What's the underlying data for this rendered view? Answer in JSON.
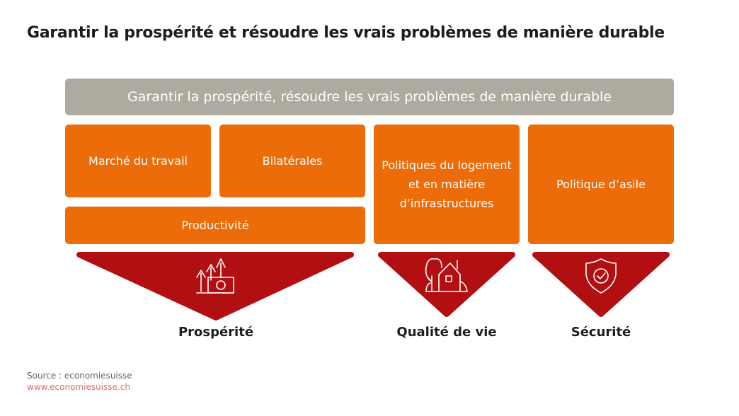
{
  "title": "Garantir la prospérité et résoudre les vrais problèmes de manière durable",
  "banner": "Garantir la prospérité, résoudre les vrais problèmes de manière durable",
  "boxes": {
    "labour": "Marché du travail",
    "bilateral": "Bilatérales",
    "productivity": "Productivité",
    "housing": "Politiques du logement et en matière d’infrastructures",
    "asylum": "Politique d’asile"
  },
  "outcomes": [
    {
      "label": "Prospérité",
      "icon": "growth-money-icon"
    },
    {
      "label": "Qualité de vie",
      "icon": "house-tree-icon"
    },
    {
      "label": "Sécurité",
      "icon": "shield-check-icon"
    }
  ],
  "source": "Source : economiesuisse",
  "url": "www.economiesuisse.ch",
  "colors": {
    "orange": "#ec6c0a",
    "red": "#b10f11",
    "gray": "#adab9f"
  }
}
